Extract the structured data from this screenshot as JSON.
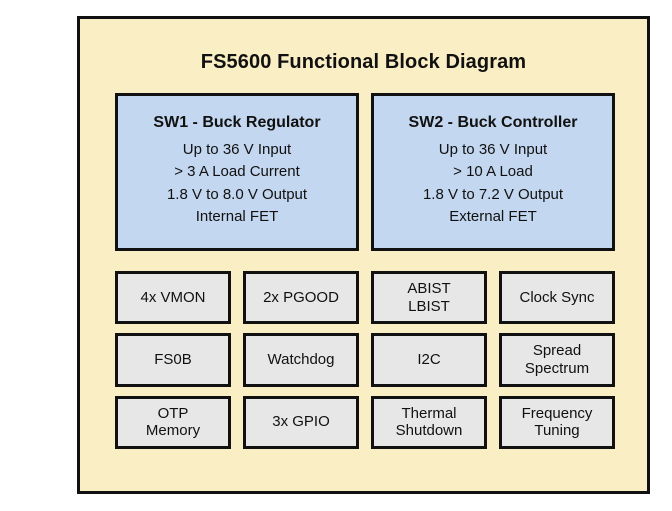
{
  "diagram": {
    "title": "FS5600 Functional Block Diagram",
    "colors": {
      "background": "#faeec4",
      "border": "#111111",
      "switcher_fill": "#c4d7f0",
      "feature_fill": "#e7e7e7",
      "text": "#111111"
    },
    "switchers": [
      {
        "name": "sw1",
        "title": "SW1 - Buck Regulator",
        "lines": [
          "Up to 36 V Input",
          "> 3 A Load Current",
          "1.8 V to 8.0 V Output",
          "Internal FET"
        ]
      },
      {
        "name": "sw2",
        "title": "SW2 - Buck Controller",
        "lines": [
          "Up to 36 V Input",
          "> 10 A Load",
          "1.8 V to 7.2 V Output",
          "External FET"
        ]
      }
    ],
    "features": [
      {
        "name": "vmon",
        "lines": [
          "4x VMON"
        ]
      },
      {
        "name": "pgood",
        "lines": [
          "2x PGOOD"
        ]
      },
      {
        "name": "abist-lbist",
        "lines": [
          "ABIST",
          "LBIST"
        ]
      },
      {
        "name": "clock-sync",
        "lines": [
          "Clock Sync"
        ]
      },
      {
        "name": "fs0b",
        "lines": [
          "FS0B"
        ]
      },
      {
        "name": "watchdog",
        "lines": [
          "Watchdog"
        ]
      },
      {
        "name": "i2c",
        "lines": [
          "I2C"
        ]
      },
      {
        "name": "spread-spectrum",
        "lines": [
          "Spread",
          "Spectrum"
        ]
      },
      {
        "name": "otp-memory",
        "lines": [
          "OTP",
          "Memory"
        ]
      },
      {
        "name": "gpio",
        "lines": [
          "3x GPIO"
        ]
      },
      {
        "name": "thermal-shutdown",
        "lines": [
          "Thermal",
          "Shutdown"
        ]
      },
      {
        "name": "frequency-tuning",
        "lines": [
          "Frequency",
          "Tuning"
        ]
      }
    ]
  }
}
